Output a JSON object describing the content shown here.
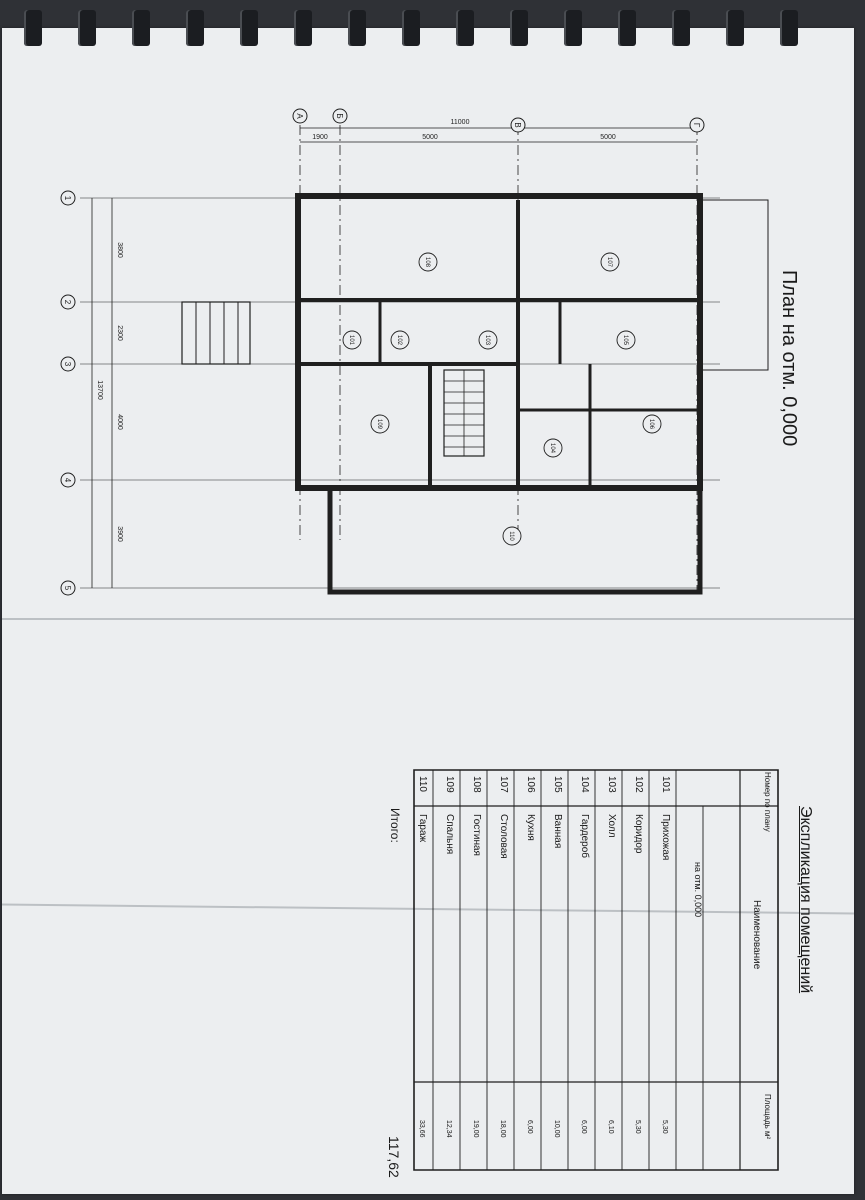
{
  "plan": {
    "title": "План на отм. 0,000",
    "overall_dim": "11000",
    "dims_top": [
      "1900",
      "5000",
      "5000"
    ],
    "dims_left": [
      "3800",
      "2300",
      "4000",
      "3900"
    ],
    "overall_left": "13700",
    "axes_top": [
      "А",
      "Б",
      "В",
      "Г"
    ],
    "axes_left": [
      "1",
      "2",
      "3",
      "4",
      "5"
    ],
    "rooms": [
      "101",
      "102",
      "103",
      "104",
      "105",
      "106",
      "107",
      "108",
      "109",
      "110"
    ]
  },
  "explication": {
    "title": "Экспликация помещений",
    "col_headers": {
      "number": "Номер по плану",
      "name": "Наименование",
      "area": "Площадь м²"
    },
    "level_label": "на отм. 0,000",
    "rows": [
      {
        "num": "101",
        "name": "Прихожая",
        "area": "5,30"
      },
      {
        "num": "102",
        "name": "Коридор",
        "area": "5,30"
      },
      {
        "num": "103",
        "name": "Холл",
        "area": "6,10"
      },
      {
        "num": "104",
        "name": "Гардероб",
        "area": "6,00"
      },
      {
        "num": "105",
        "name": "Ванная",
        "area": "10,00"
      },
      {
        "num": "106",
        "name": "Кухня",
        "area": "6,00"
      },
      {
        "num": "107",
        "name": "Столовая",
        "area": "18,00"
      },
      {
        "num": "108",
        "name": "Гостиная",
        "area": "19,00"
      },
      {
        "num": "109",
        "name": "Спальня",
        "area": "12,34"
      },
      {
        "num": "110",
        "name": "Гараж",
        "area": "33,66"
      }
    ],
    "total_label": "Итого:",
    "total_value": "117,62"
  }
}
